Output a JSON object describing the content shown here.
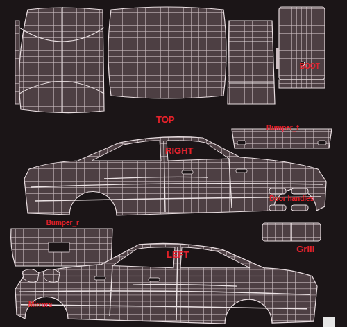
{
  "diagram": {
    "labels": [
      "BOOT",
      "TOP",
      "Bumper_f",
      "RIGHT",
      "Door handles",
      "Bumper_r",
      "Grill",
      "LEFT",
      "Mirrors"
    ]
  }
}
